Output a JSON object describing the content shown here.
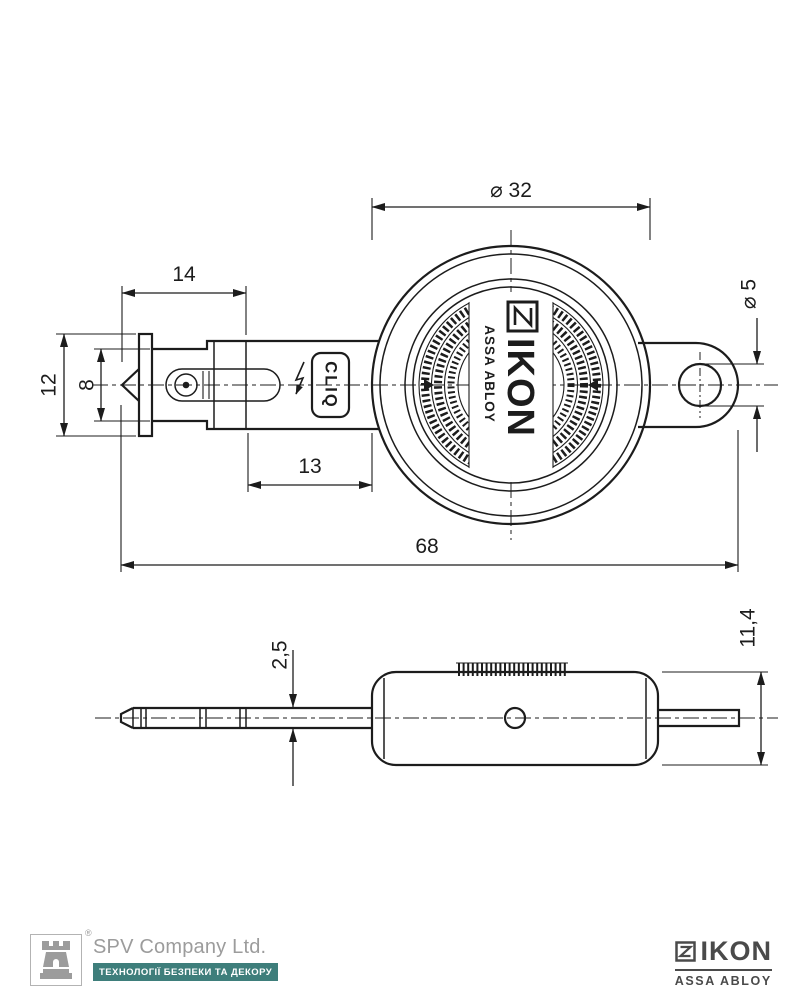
{
  "drawing": {
    "view_top": {
      "dim_head_diameter": "⌀ 32",
      "dim_hole_diameter": "⌀ 5",
      "dim_tip_length": "14",
      "dim_tip_height": "12",
      "dim_blade_width": "8",
      "dim_neck_length": "13",
      "dim_overall_length": "68",
      "label_cliq": "CLIQ",
      "label_brand": "IKON",
      "label_brand_sub": "ASSA ABLOY"
    },
    "view_side": {
      "dim_blade_thickness": "2,5",
      "dim_body_thickness": "11,4"
    }
  },
  "footer": {
    "company": {
      "name": "SPV Company Ltd.",
      "tagline": "ТЕХНОЛОГІЇ БЕЗПЕКИ ТА ДЕКОРУ",
      "reg_mark": "®"
    },
    "brand": {
      "name": "IKON",
      "sub": "ASSA ABLOY"
    }
  },
  "colors": {
    "line": "#1c1c1c",
    "footer_gray": "#9c9c9c",
    "footer_teal": "#3e7e7b",
    "brand_gray": "#4a4a4a"
  }
}
